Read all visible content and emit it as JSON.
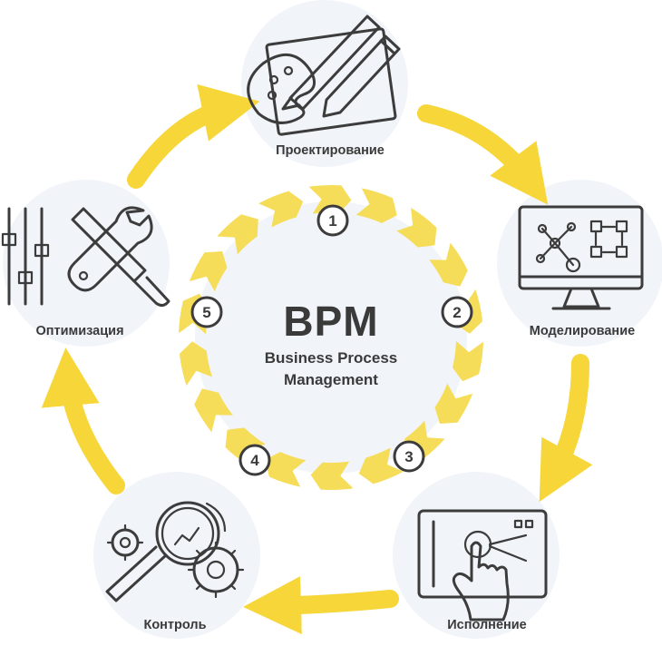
{
  "center": {
    "title": "BPM",
    "subtitle_line1": "Business Process",
    "subtitle_line2": "Management"
  },
  "stages": [
    {
      "number": "1",
      "label": "Проектирование",
      "icon": "design-palette-brushes-icon"
    },
    {
      "number": "2",
      "label": "Моделирование",
      "icon": "model-monitor-diagram-icon"
    },
    {
      "number": "3",
      "label": "Исполнение",
      "icon": "execution-touch-screen-icon"
    },
    {
      "number": "4",
      "label": "Контроль",
      "icon": "control-magnifier-gears-icon"
    },
    {
      "number": "5",
      "label": "Оптимизация",
      "icon": "optimization-tools-sliders-icon"
    }
  ],
  "colors": {
    "accent_yellow": "#f7d63a",
    "inner_ring_yellow": "#f5dd5a",
    "circle_bg": "#f1f4f8",
    "text_dark": "#3a3a3a"
  }
}
